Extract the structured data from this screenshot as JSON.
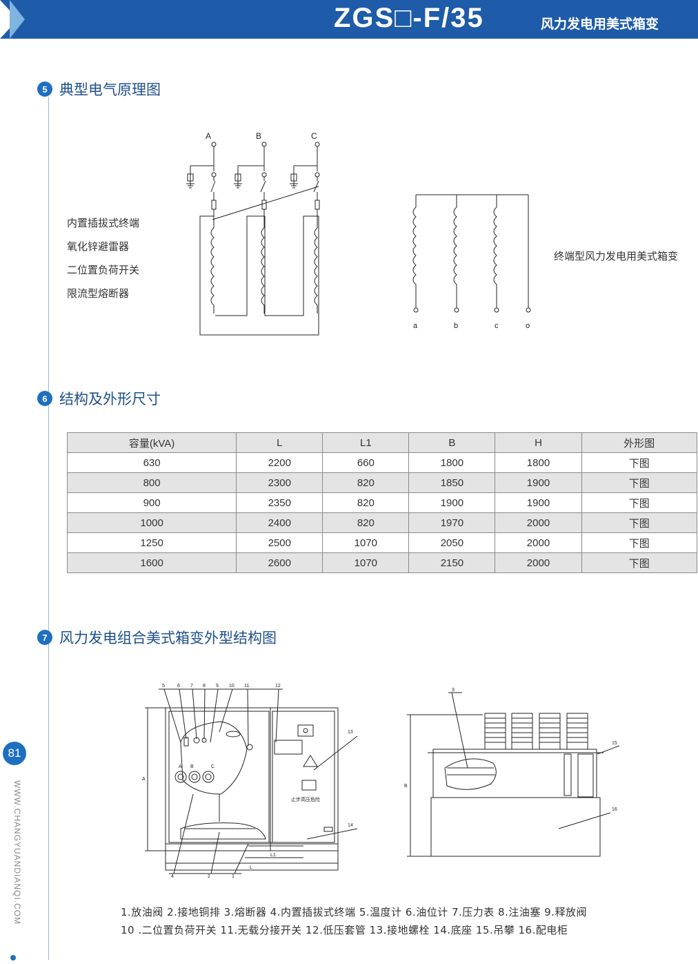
{
  "header": {
    "title": "ZGS□-F/35",
    "subtitle": "风力发电用美式箱变"
  },
  "section5": {
    "number": "5",
    "title": "典型电气原理图",
    "labels": [
      "内置插拔式终端",
      "氧化锌避雷器",
      "二位置负荷开关",
      "限流型熔断器"
    ],
    "phases": [
      "A",
      "B",
      "C"
    ],
    "secondary_terms": [
      "a",
      "b",
      "c",
      "o"
    ],
    "caption": "终端型风力发电用美式箱变"
  },
  "section6": {
    "number": "6",
    "title": "结构及外形尺寸",
    "table": {
      "headers": [
        "容量(kVA)",
        "L",
        "L1",
        "B",
        "H",
        "外形图"
      ],
      "rows": [
        [
          "630",
          "2200",
          "660",
          "1800",
          "1800",
          "下图"
        ],
        [
          "800",
          "2300",
          "820",
          "1850",
          "1900",
          "下图"
        ],
        [
          "900",
          "2350",
          "820",
          "1900",
          "1900",
          "下图"
        ],
        [
          "1000",
          "2400",
          "820",
          "1970",
          "2000",
          "下图"
        ],
        [
          "1250",
          "2500",
          "1070",
          "2050",
          "2000",
          "下图"
        ],
        [
          "1600",
          "2600",
          "1070",
          "2150",
          "2000",
          "下图"
        ]
      ]
    }
  },
  "section7": {
    "number": "7",
    "title": "风力发电组合美式箱变外型结构图",
    "callouts_top": [
      "5",
      "6",
      "7",
      "8",
      "9",
      "10",
      "11",
      "12"
    ],
    "callouts_bottom": [
      "4",
      "2",
      "1"
    ],
    "callouts_right": [
      "13",
      "14"
    ],
    "callouts_side": [
      "3",
      "15",
      "16"
    ],
    "dim_labels": {
      "A": "A",
      "B": "B",
      "L": "L",
      "L1": "L1"
    },
    "bushing_labels": [
      "A",
      "B",
      "C"
    ],
    "warning_text": "止步高压危险",
    "legend_line1": "1.放油阀 2.接地铜排 3.熔断器 4.内置插拔式终端 5.温度计 6.油位计 7.压力表 8.注油塞 9.释放阀",
    "legend_line2": "10 .二位置负荷开关 11.无载分接开关 12.低压套管 13.接地螺栓 14.底座 15.吊攀 16.配电柜"
  },
  "sidebar": {
    "page_number": "81",
    "website": "WWW.CHANGYUANDIANQI.COM"
  }
}
